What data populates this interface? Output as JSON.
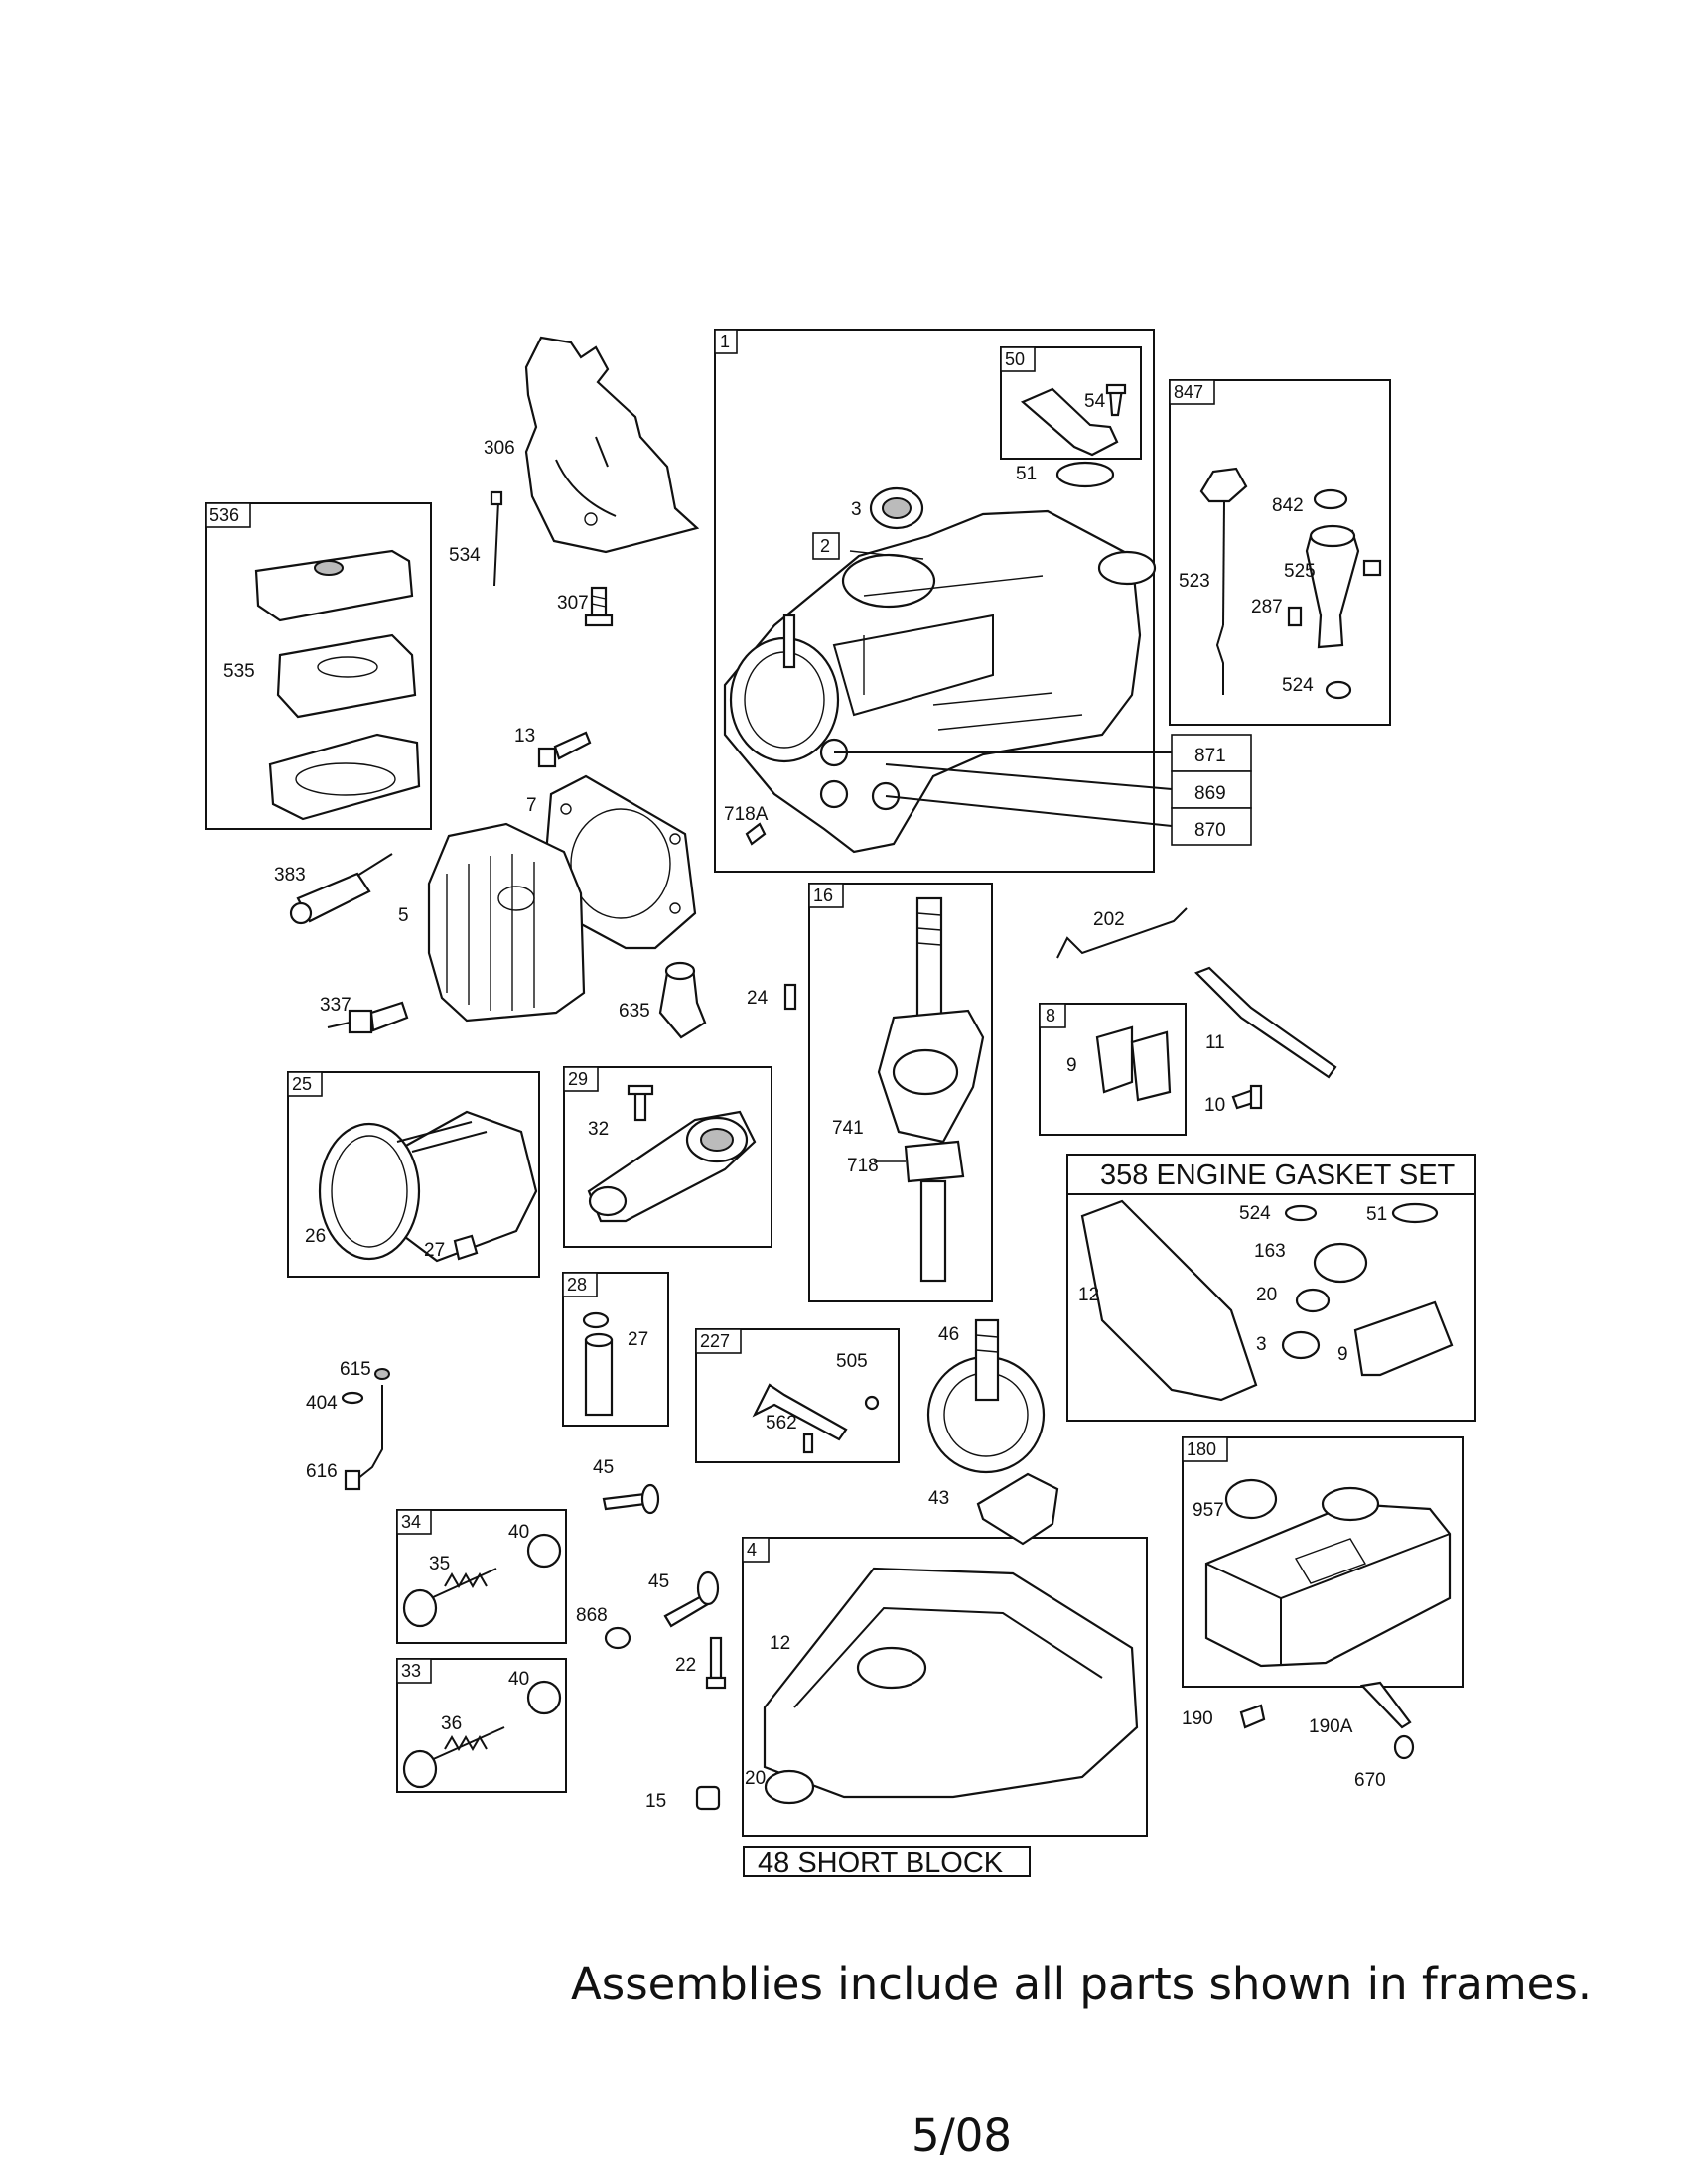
{
  "labels": {
    "f1": "1",
    "f50": "50",
    "f847": "847",
    "f536": "536",
    "f2": "2",
    "f16": "16",
    "f8": "8",
    "f25": "25",
    "f29": "29",
    "f28": "28",
    "f227": "227",
    "f180": "180",
    "f34": "34",
    "f33": "33",
    "f4": "4",
    "p306": "306",
    "p534": "534",
    "p307": "307",
    "p535": "535",
    "p54": "54",
    "p51a": "51",
    "p3a": "3",
    "p842": "842",
    "p523": "523",
    "p525": "525",
    "p287": "287",
    "p524a": "524",
    "p871": "871",
    "p869": "869",
    "p870": "870",
    "p718a": "718A",
    "p13": "13",
    "p7": "7",
    "p383": "383",
    "p5": "5",
    "p337": "337",
    "p635": "635",
    "p24": "24",
    "p202": "202",
    "p9a": "9",
    "p11": "11",
    "p10": "10",
    "p741": "741",
    "p718": "718",
    "p32": "32",
    "p26": "26",
    "p27a": "27",
    "p524b": "524",
    "p51b": "51",
    "p163": "163",
    "p12a": "12",
    "p20a": "20",
    "p3b": "3",
    "p9b": "9",
    "p27b": "27",
    "p505": "505",
    "p562": "562",
    "p46": "46",
    "p615": "615",
    "p404": "404",
    "p616": "616",
    "p45a": "45",
    "p43": "43",
    "p957": "957",
    "p40a": "40",
    "p35": "35",
    "p45b": "45",
    "p868": "868",
    "p12b": "12",
    "p22": "22",
    "p40b": "40",
    "p36": "36",
    "p20b": "20",
    "p15": "15",
    "p190": "190",
    "p190A": "190A",
    "p670": "670"
  },
  "gasket_set_title": "358 ENGINE GASKET SET",
  "short_block_title": "48 SHORT BLOCK",
  "footer_note": "Assemblies include all parts shown in frames.",
  "page_number": "5/08"
}
